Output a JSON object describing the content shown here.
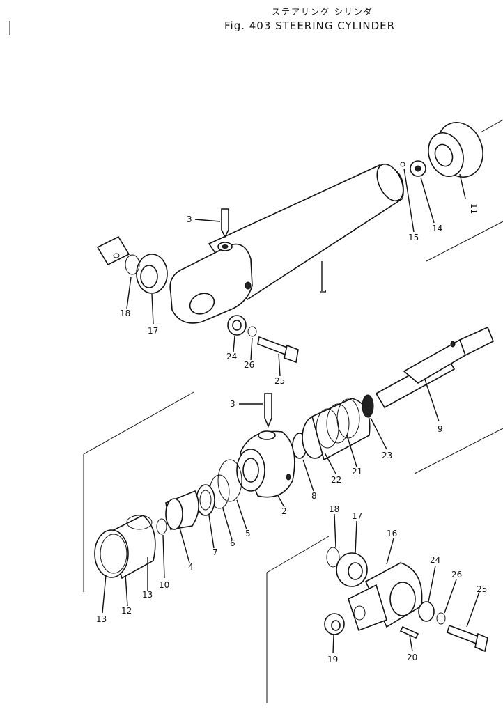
{
  "title": {
    "japanese": "ステアリング シリンダ",
    "english": "Fig. 403  STEERING CYLINDER"
  },
  "callouts": [
    {
      "id": "c1",
      "text": "1"
    },
    {
      "id": "c2",
      "text": "2"
    },
    {
      "id": "c3a",
      "text": "3"
    },
    {
      "id": "c3b",
      "text": "3"
    },
    {
      "id": "c4",
      "text": "4"
    },
    {
      "id": "c5",
      "text": "5"
    },
    {
      "id": "c6",
      "text": "6"
    },
    {
      "id": "c7",
      "text": "7"
    },
    {
      "id": "c8",
      "text": "8"
    },
    {
      "id": "c9",
      "text": "9"
    },
    {
      "id": "c10",
      "text": "10"
    },
    {
      "id": "c11",
      "text": "11"
    },
    {
      "id": "c12",
      "text": "12"
    },
    {
      "id": "c13a",
      "text": "13"
    },
    {
      "id": "c13b",
      "text": "13"
    },
    {
      "id": "c14",
      "text": "14"
    },
    {
      "id": "c15",
      "text": "15"
    },
    {
      "id": "c16",
      "text": "16"
    },
    {
      "id": "c17a",
      "text": "17"
    },
    {
      "id": "c17b",
      "text": "17"
    },
    {
      "id": "c18a",
      "text": "18"
    },
    {
      "id": "c18b",
      "text": "18"
    },
    {
      "id": "c19",
      "text": "19"
    },
    {
      "id": "c20",
      "text": "20"
    },
    {
      "id": "c21",
      "text": "21"
    },
    {
      "id": "c22",
      "text": "22"
    },
    {
      "id": "c23",
      "text": "23"
    },
    {
      "id": "c24a",
      "text": "24"
    },
    {
      "id": "c24b",
      "text": "24"
    },
    {
      "id": "c25a",
      "text": "25"
    },
    {
      "id": "c25b",
      "text": "25"
    },
    {
      "id": "c26a",
      "text": "26"
    },
    {
      "id": "c26b",
      "text": "26"
    }
  ]
}
